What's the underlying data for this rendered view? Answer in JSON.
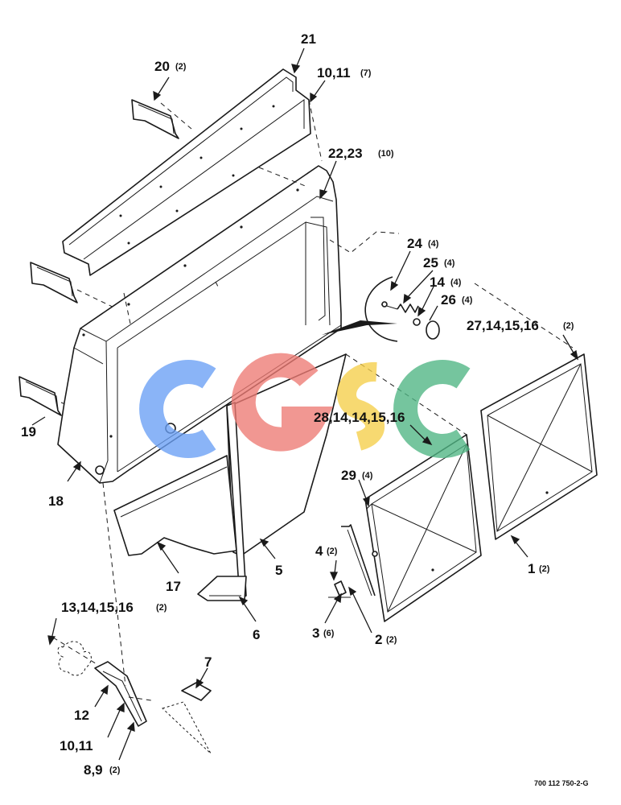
{
  "watermark": {
    "letters": [
      {
        "glyph": "C",
        "color": "#6aa0f5"
      },
      {
        "glyph": "G",
        "color": "#ee7b74"
      },
      {
        "glyph": "S",
        "color": "#f6cf4a"
      },
      {
        "glyph": "C",
        "color": "#4fb684"
      }
    ]
  },
  "callouts": [
    {
      "id": "c21",
      "num": "21",
      "qty": ""
    },
    {
      "id": "c20",
      "num": "20",
      "qty": "(2)"
    },
    {
      "id": "c10_11_top",
      "num": "10,11",
      "qty": "(7)"
    },
    {
      "id": "c22_23",
      "num": "22,23",
      "qty": "(10)"
    },
    {
      "id": "c24",
      "num": "24",
      "qty": "(4)"
    },
    {
      "id": "c25",
      "num": "25",
      "qty": "(4)"
    },
    {
      "id": "c14",
      "num": "14",
      "qty": "(4)"
    },
    {
      "id": "c26",
      "num": "26",
      "qty": "(4)"
    },
    {
      "id": "c27",
      "num": "27,14,15,16",
      "qty": "(2)"
    },
    {
      "id": "c28",
      "num": "28,14,14,15,16",
      "qty": ""
    },
    {
      "id": "c19",
      "num": "19",
      "qty": ""
    },
    {
      "id": "c18",
      "num": "18",
      "qty": ""
    },
    {
      "id": "c29",
      "num": "29",
      "qty": "(4)"
    },
    {
      "id": "c1",
      "num": "1",
      "qty": "(2)"
    },
    {
      "id": "c4",
      "num": "4",
      "qty": "(2)"
    },
    {
      "id": "c17",
      "num": "17",
      "qty": ""
    },
    {
      "id": "c5",
      "num": "5",
      "qty": ""
    },
    {
      "id": "c3",
      "num": "3",
      "qty": "(6)"
    },
    {
      "id": "c2",
      "num": "2",
      "qty": "(2)"
    },
    {
      "id": "c6",
      "num": "6",
      "qty": ""
    },
    {
      "id": "c13",
      "num": "13,14,15,16",
      "qty": "(2)"
    },
    {
      "id": "c7",
      "num": "7",
      "qty": ""
    },
    {
      "id": "c12",
      "num": "12",
      "qty": ""
    },
    {
      "id": "c10_11_bot",
      "num": "10,11",
      "qty": ""
    },
    {
      "id": "c8_9",
      "num": "8,9",
      "qty": "(2)"
    }
  ],
  "drawing_number": "700 112 750-2-G"
}
